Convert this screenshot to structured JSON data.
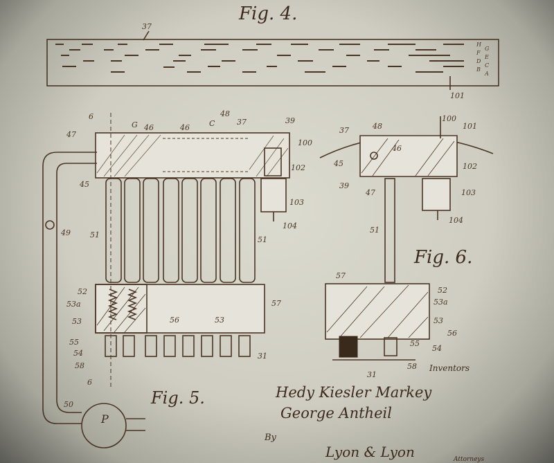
{
  "figures": {
    "fig4": "Fig. 4.",
    "fig5": "Fig. 5.",
    "fig6": "Fig. 6."
  },
  "signatures": {
    "inventors_line1": "Hedy Kiesler Markey",
    "inventors_line2": "George Antheil",
    "inventors_caption": "Inventors",
    "by": "By",
    "attorneys": "Lyon & Lyon",
    "attorneys_caption": "Attorneys"
  },
  "fig4_labels": {
    "ref": "37",
    "right": "101",
    "tracks": [
      "H",
      "G",
      "F",
      "E",
      "D",
      "C",
      "B",
      "A"
    ]
  },
  "fig5_labels": {
    "section_top": "6",
    "section_bottom": "6",
    "top_row": [
      "G",
      "46",
      "46",
      "C",
      "48",
      "37",
      "39"
    ],
    "left": [
      "47",
      "45",
      "49",
      "51",
      "52",
      "53a",
      "53",
      "55",
      "54",
      "58",
      "50"
    ],
    "right": [
      "100",
      "102",
      "103",
      "104",
      "51",
      "57",
      "56",
      "53",
      "31"
    ],
    "pump": "P"
  },
  "fig6_labels": [
    "37",
    "48",
    "100",
    "101",
    "45",
    "46",
    "102",
    "39",
    "47",
    "103",
    "104",
    "51",
    "57",
    "52",
    "53a",
    "53",
    "56",
    "55",
    "54",
    "31",
    "58"
  ]
}
